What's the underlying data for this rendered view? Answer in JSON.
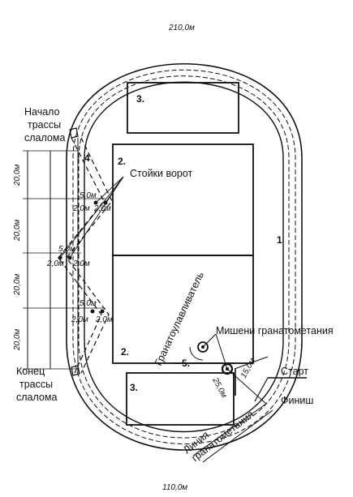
{
  "track": {
    "length_top": "210,0м",
    "length_bottom": "110,0м",
    "label": "1"
  },
  "fields": {
    "top_area": "3.",
    "bottom_area": "3.",
    "field_upper": "2.",
    "field_lower": "2.",
    "grenade_zone": "5.",
    "slalom_zone": "4"
  },
  "slalom": {
    "start_label": "Начало трассы слалома",
    "end_label": "Конец трассы слалома",
    "gates_label": "Стойки ворот",
    "segment": "20,0м",
    "gate_width": "5,0м",
    "gate_post": "2,0м"
  },
  "grenade": {
    "catcher_label": "Гранатоулавливатель",
    "targets_label": "Мишени гранатометания",
    "line_label": "Линия гранатометания",
    "dist_short": "15,0м",
    "dist_long": "25,0м"
  },
  "finish": {
    "start_label": "Старт",
    "finish_label": "Финиш"
  }
}
